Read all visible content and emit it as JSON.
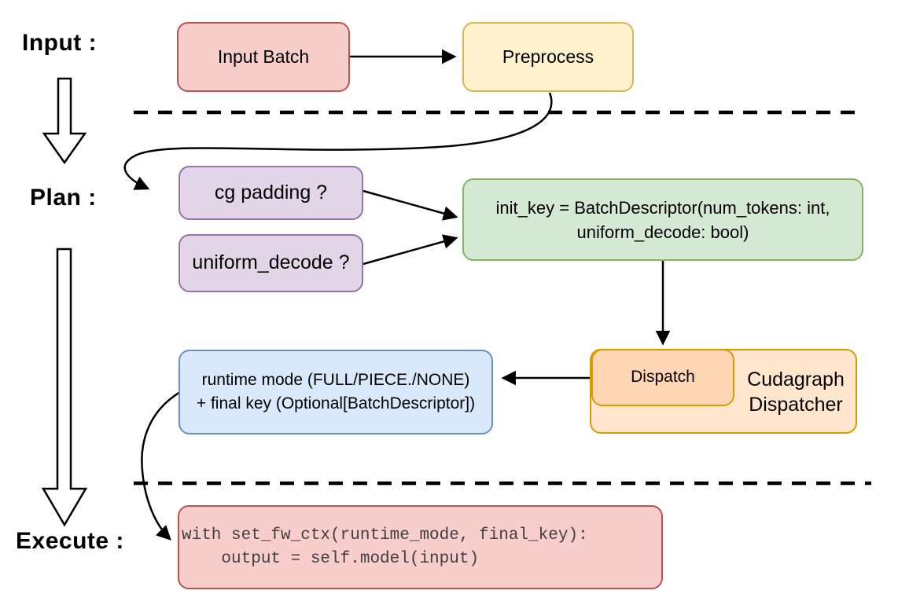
{
  "stage_labels": {
    "input": "Input :",
    "plan": "Plan :",
    "execute": "Execute :"
  },
  "nodes": {
    "input_batch": {
      "label": "Input Batch",
      "fill": "#f8cecc",
      "border": "#b85450"
    },
    "preprocess": {
      "label": "Preprocess",
      "fill": "#fff2cc",
      "border": "#d6b656"
    },
    "cg_padding": {
      "label": "cg padding ?",
      "fill": "#e1d5e7",
      "border": "#9673a6"
    },
    "uniform_decode": {
      "label": "uniform_decode ?",
      "fill": "#e1d5e7",
      "border": "#9673a6"
    },
    "init_key": {
      "line1": "init_key = BatchDescriptor(num_tokens: int,",
      "line2": "uniform_decode: bool)",
      "fill": "#d5e8d4",
      "border": "#82b366"
    },
    "dispatch": {
      "label": "Dispatch",
      "fill": "#ffd6b3",
      "border": "#d79b00"
    },
    "cudagraph_dispatcher": {
      "line1": "Cudagraph",
      "line2": "Dispatcher",
      "fill": "#ffe6cc",
      "border": "#d79b00"
    },
    "runtime_mode": {
      "line1": "runtime mode (FULL/PIECE./NONE)",
      "line2": "+ final key (Optional[BatchDescriptor])",
      "fill": "#dae8fc",
      "border": "#6c8ebf"
    },
    "execute_code": {
      "line1": "with set_fw_ctx(runtime_mode, final_key):",
      "line2": "    output = self.model(input)",
      "fill": "#f8cecc",
      "border": "#b85450"
    }
  },
  "connector_color": "#000000"
}
